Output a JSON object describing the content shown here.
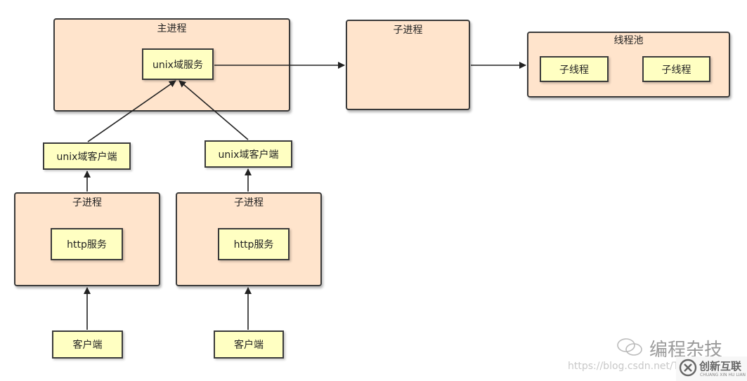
{
  "main_process": {
    "title": "主进程",
    "service": "unix域服务"
  },
  "child_process_top": {
    "title": "子进程"
  },
  "thread_pool": {
    "title": "线程池",
    "threads": [
      "子线程",
      "子线程"
    ]
  },
  "unix_clients": [
    "unix域客户端",
    "unix域客户端"
  ],
  "child_processes": [
    {
      "title": "子进程",
      "service": "http服务"
    },
    {
      "title": "子进程",
      "service": "http服务"
    }
  ],
  "clients": [
    "客户端",
    "客户端"
  ],
  "watermark": {
    "wechat": "编程杂技",
    "url": "https://blog.csdn.net/T",
    "brand": "创新互联",
    "brand_sub": "CHUANG XIN HU LIAN"
  },
  "colors": {
    "container_fill": "#ffe4cc",
    "node_fill": "#ffffc2",
    "stroke": "#3a3a3a"
  }
}
